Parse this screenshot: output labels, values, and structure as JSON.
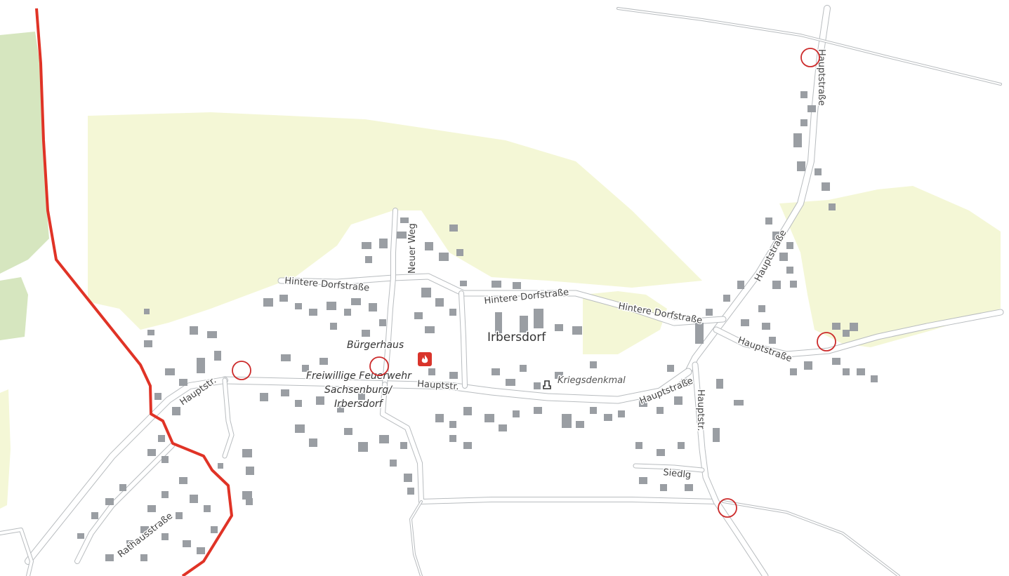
{
  "map": {
    "colors": {
      "forest": "#d6e6bf",
      "field": "#f4f7d6",
      "building": "#9a9ea3",
      "road_casing": "#b8bcbf",
      "road_fill": "#ffffff",
      "boundary": "#e03326",
      "marker": "#cc2b2b",
      "fire_station": "#d9342b"
    },
    "place_name": "Irbersdorf",
    "labels": {
      "neuer_weg": "Neuer Weg",
      "hintere_dorfstrasse_1": "Hintere Dorfstraße",
      "hintere_dorfstrasse_2": "Hintere Dorfstraße",
      "hintere_dorfstrasse_3": "Hintere Dorfstraße",
      "hauptstrasse_north": "Hauptstraße",
      "hauptstrasse_ne": "Hauptstraße",
      "hauptstrasse_east": "Hauptstraße",
      "hauptstrasse_center": "Hauptstraße",
      "hauptstr_west": "Hauptstr.",
      "hauptstr_center": "Hauptstr.",
      "hauptstr_south": "Hauptstr.",
      "rathausstrasse": "Rathausstraße",
      "siedlg": "Siedlg",
      "buergerhaus": "Bürgerhaus",
      "feuerwehr_line1": "Freiwillige Feuerwehr",
      "feuerwehr_line2": "Sachsenburg/",
      "feuerwehr_line3": "Irbersdorf",
      "kriegsdenkmal": "Kriegsdenkmal"
    },
    "icons": [
      "fire-station-icon",
      "monument-icon",
      "location-marker-icon"
    ],
    "markers_count": 6
  }
}
